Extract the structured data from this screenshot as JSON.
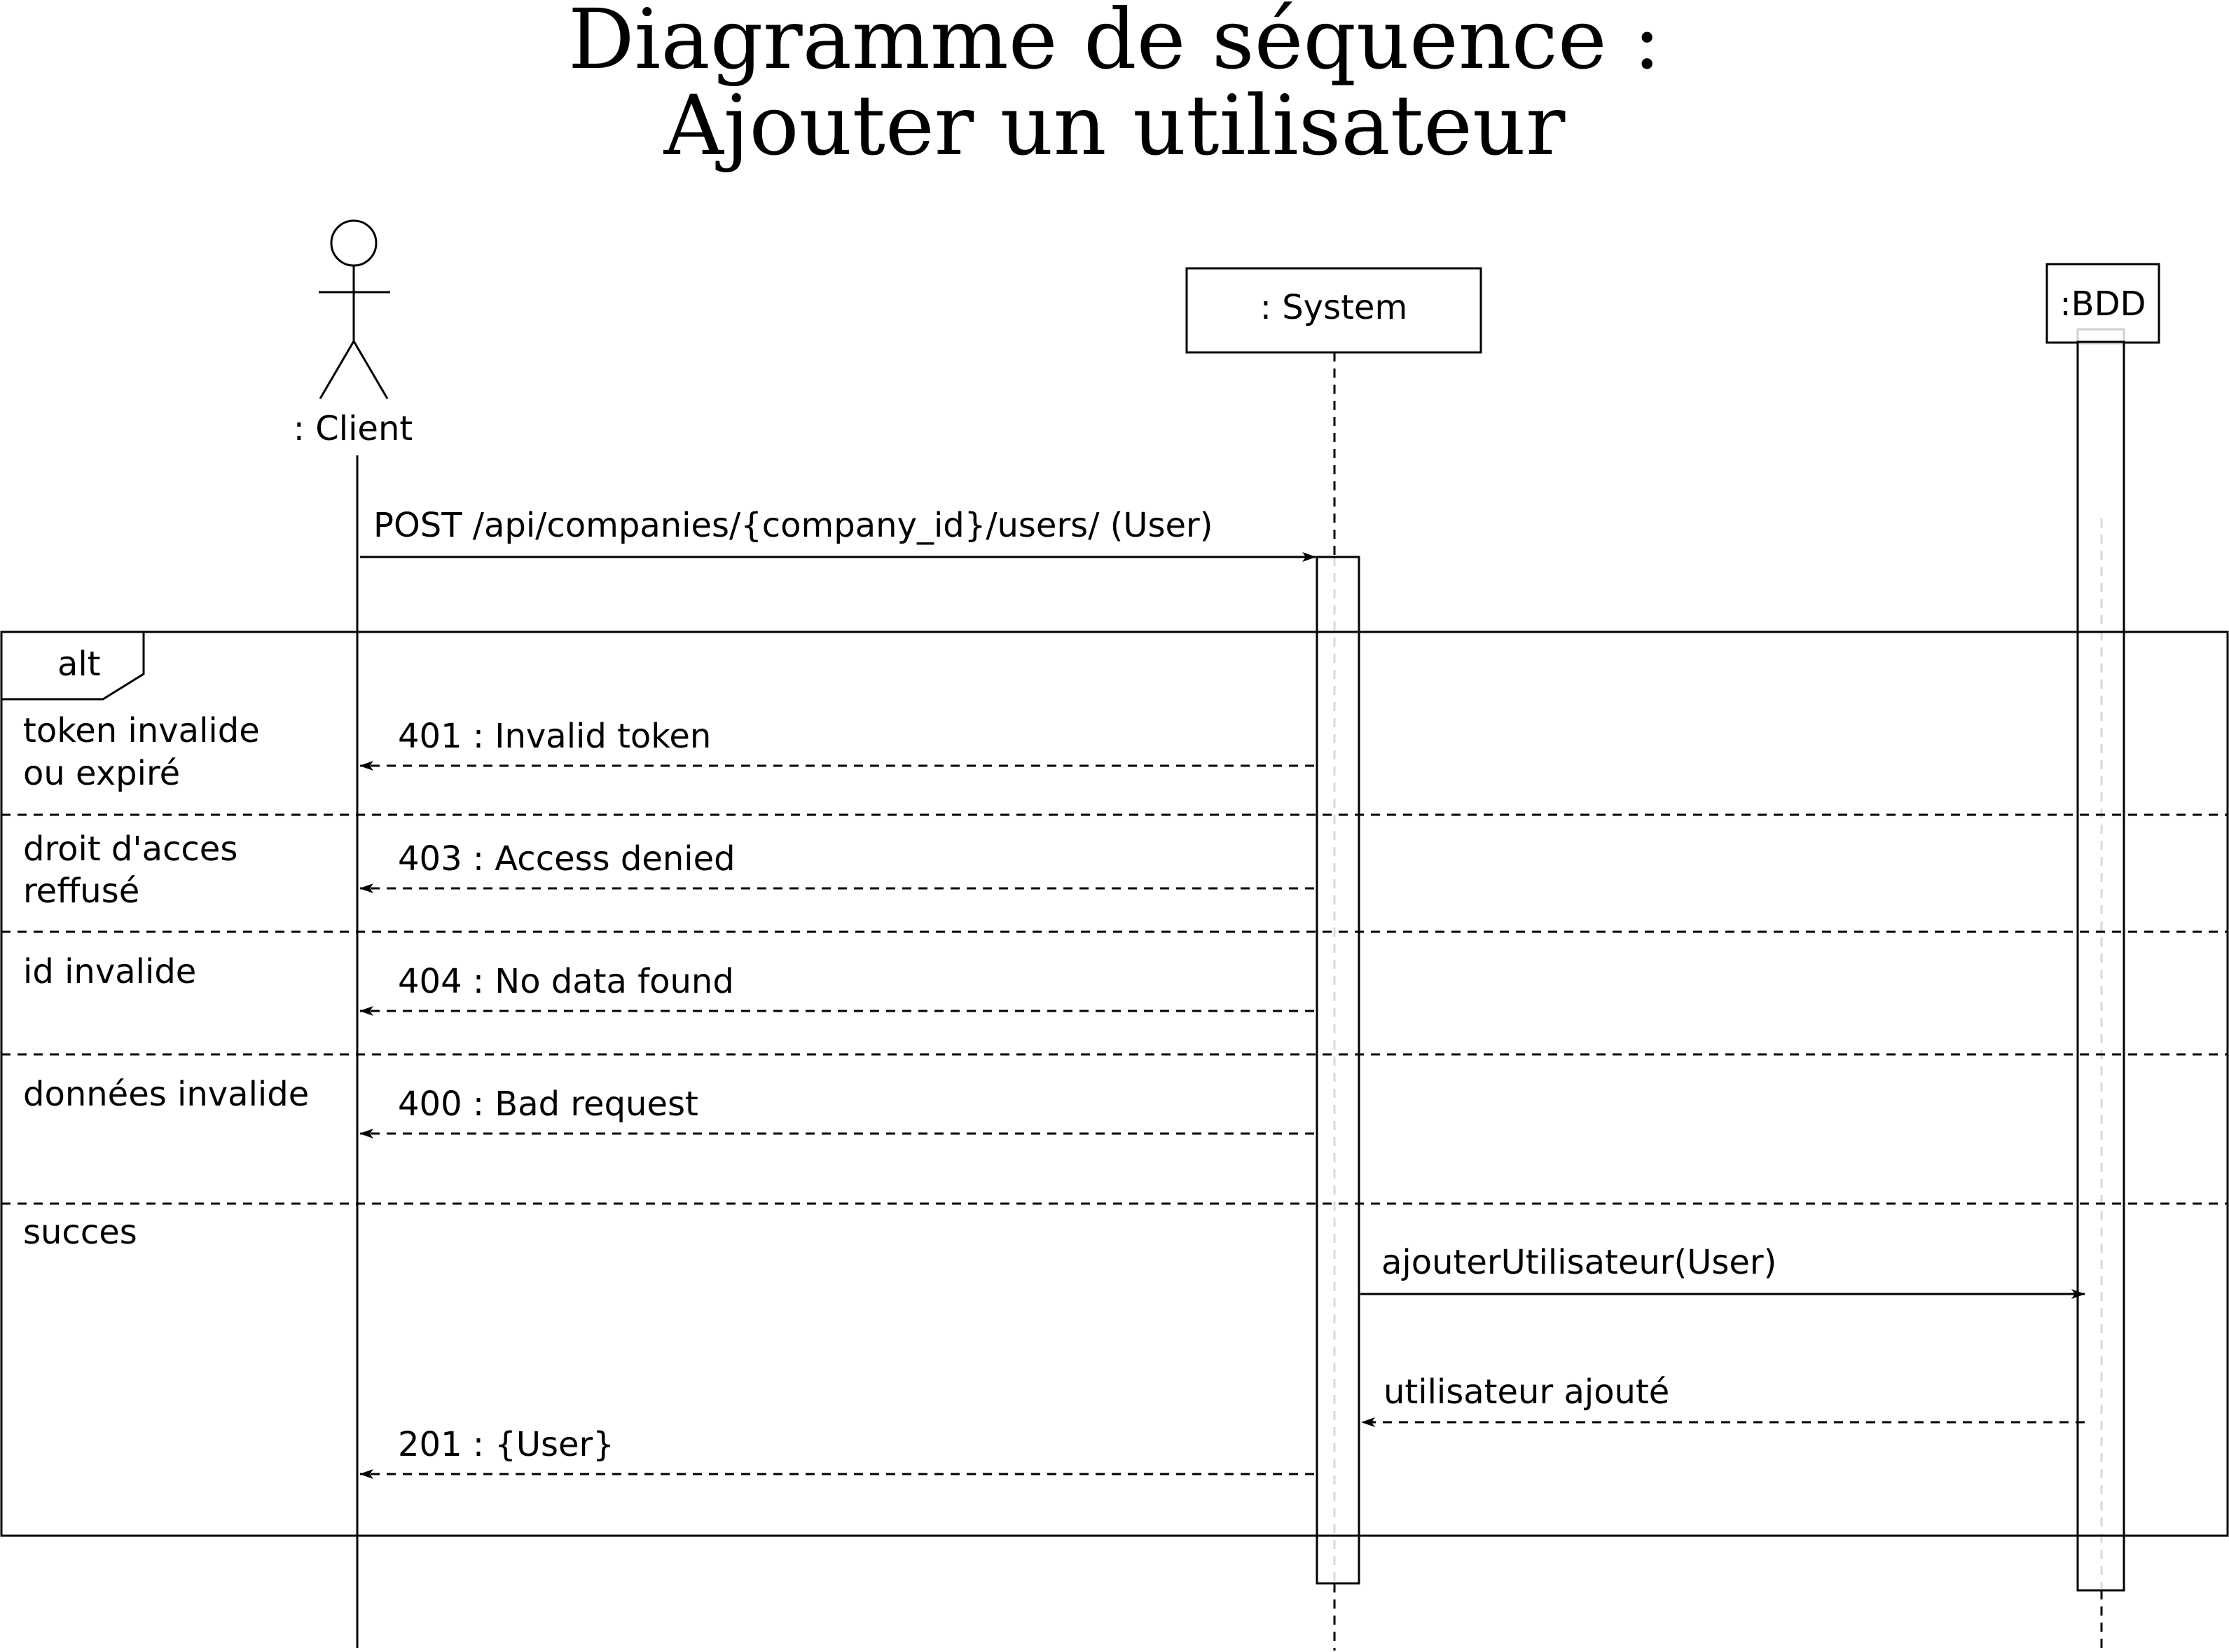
{
  "title": {
    "line1": "Diagramme de séquence :",
    "line2": "Ajouter un utilisateur"
  },
  "lifelines": {
    "client": ": Client",
    "system": ": System",
    "bdd": ":BDD"
  },
  "messages": {
    "request": "POST /api/companies/{company_id}/users/ (User)",
    "r401": "401 : Invalid token",
    "r403": "403 : Access denied",
    "r404": "404 : No data found",
    "r400": "400 : Bad request",
    "add_user": "ajouterUtilisateur(User)",
    "user_added": "utilisateur ajouté",
    "r201": "201 : {User}"
  },
  "fragment": {
    "operator": "alt",
    "guards": {
      "g1_line1": "token invalide",
      "g1_line2": "ou expiré",
      "g2_line1": "droit d'acces",
      "g2_line2": "reffusé",
      "g3": "id invalide",
      "g4": "données invalide",
      "g5": "succes"
    }
  }
}
